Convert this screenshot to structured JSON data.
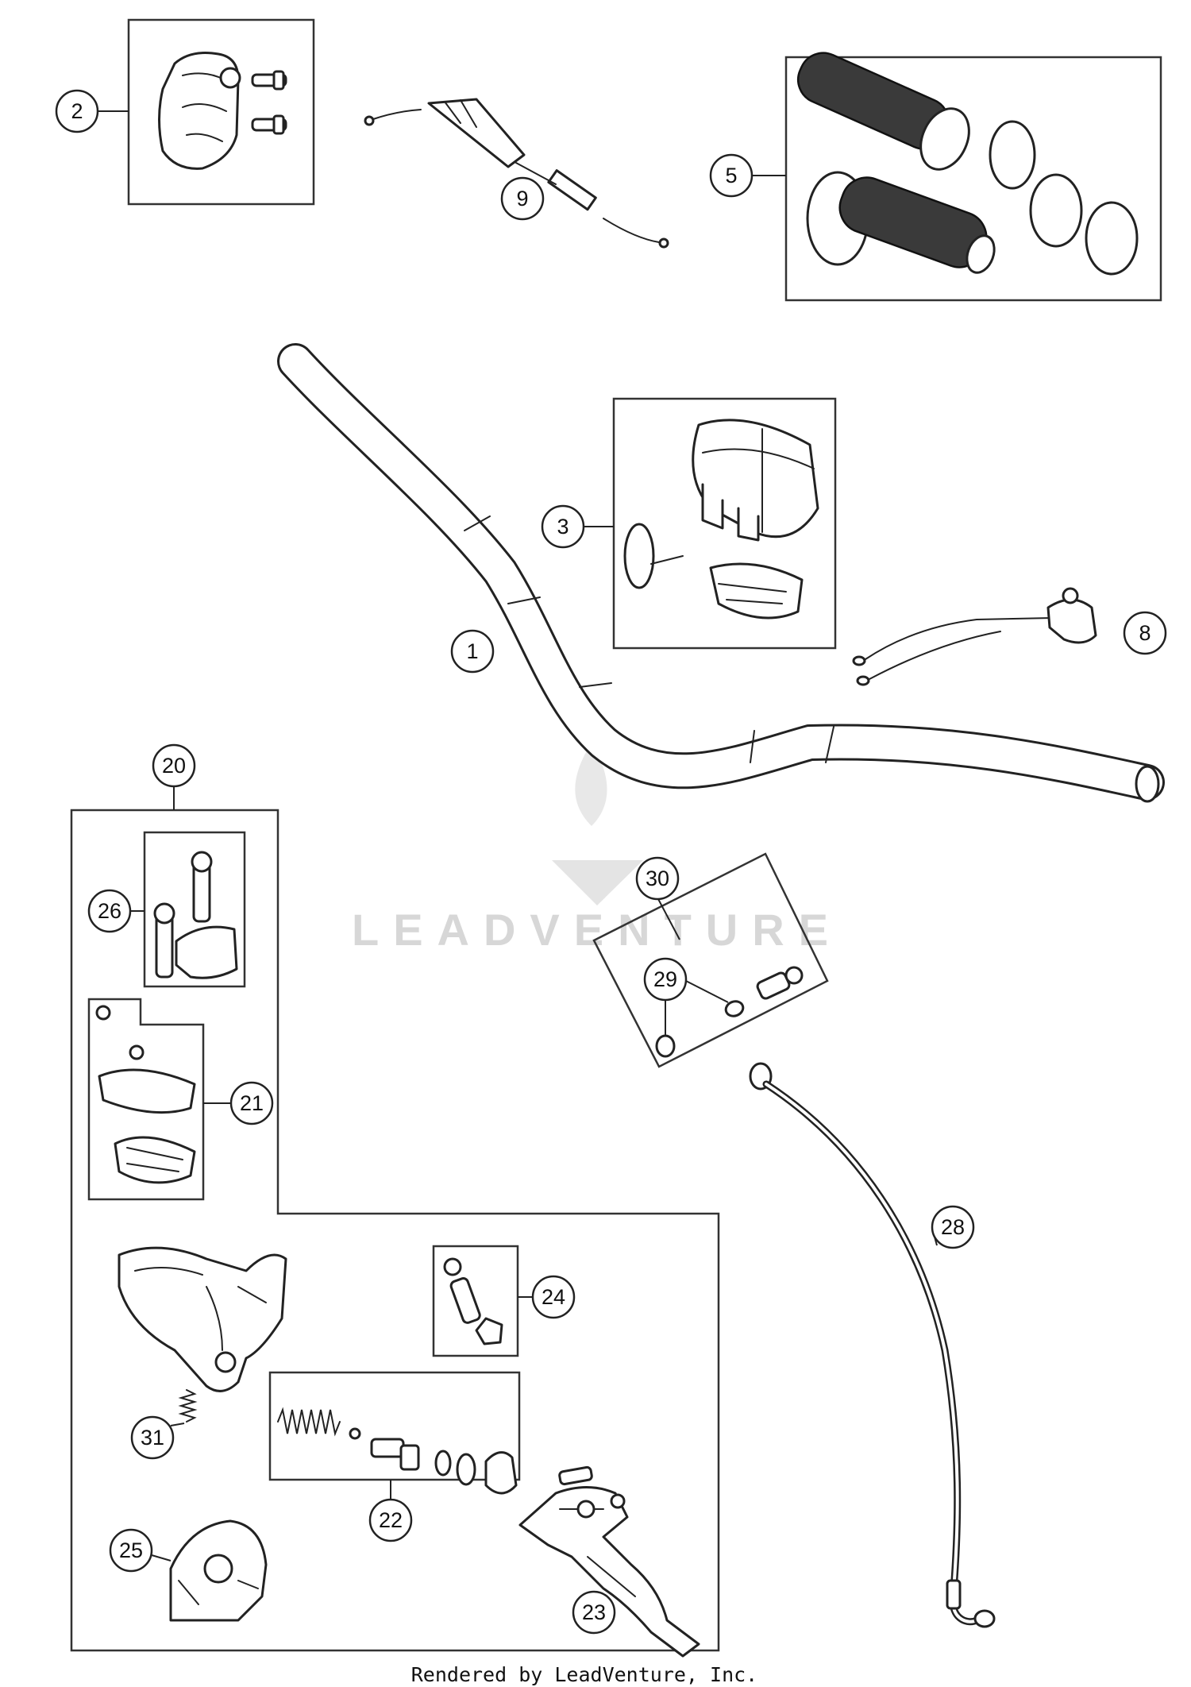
{
  "watermark": "LEADVENTURE",
  "footer": "Rendered by LeadVenture, Inc.",
  "callouts": {
    "c1": "1",
    "c2": "2",
    "c3": "3",
    "c5": "5",
    "c8": "8",
    "c9": "9",
    "c20": "20",
    "c21": "21",
    "c22": "22",
    "c23": "23",
    "c24": "24",
    "c25": "25",
    "c26": "26",
    "c28": "28",
    "c29": "29",
    "c30": "30",
    "c31": "31"
  },
  "colors": {
    "line": "#222222",
    "grip": "#3a3a3a",
    "watermark": "#d7d7d7"
  }
}
